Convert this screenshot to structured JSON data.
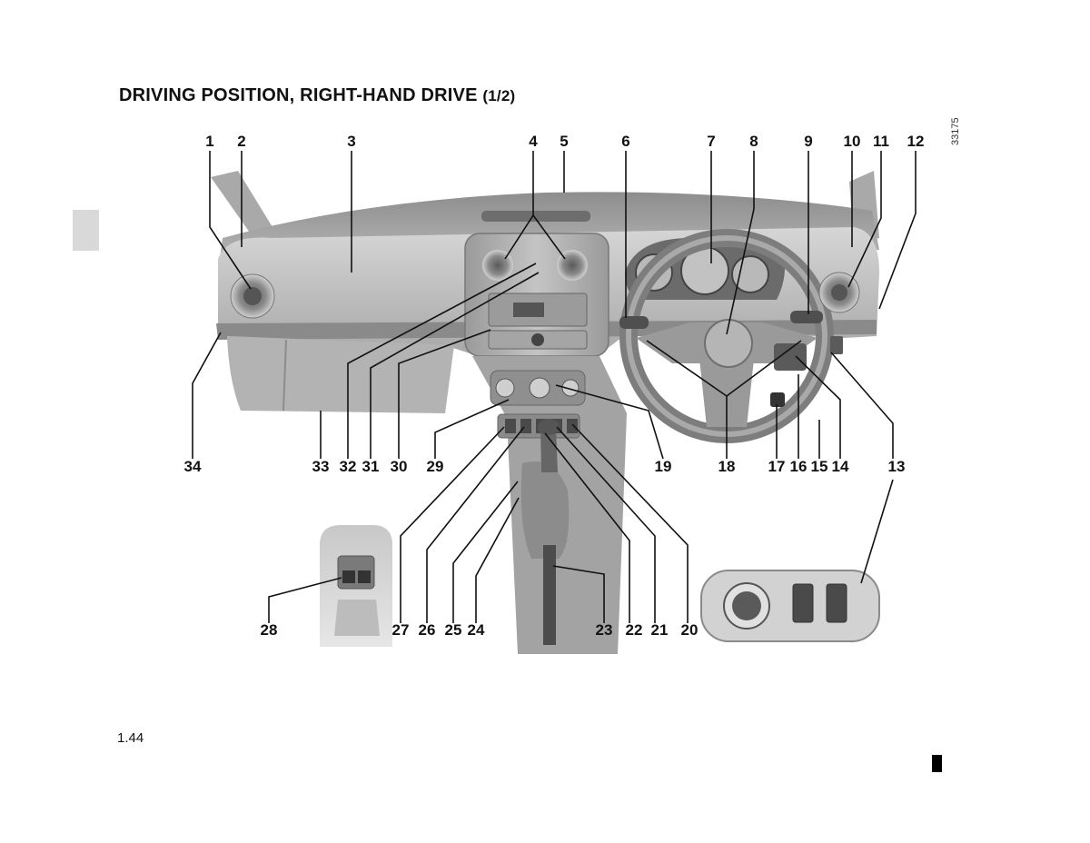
{
  "page": {
    "title": "DRIVING POSITION, RIGHT-HAND DRIVE",
    "title_suffix": "(1/2)",
    "reference_code": "33175",
    "page_number": "1.44"
  },
  "callouts": {
    "top_row": [
      "1",
      "2",
      "3",
      "4",
      "5",
      "6",
      "7",
      "8",
      "9",
      "10",
      "11",
      "12"
    ],
    "middle_row": [
      "34",
      "33",
      "32",
      "31",
      "30",
      "29",
      "19",
      "18",
      "17",
      "16",
      "15",
      "14",
      "13"
    ],
    "bottom_row": [
      "28",
      "27",
      "26",
      "25",
      "24",
      "23",
      "22",
      "21",
      "20"
    ]
  },
  "icons": {
    "dashboard": "dashboard-illustration",
    "window_switch_inset": "window-switch-inset-illustration",
    "mirror_control_inset": "mirror-control-inset-illustration"
  },
  "colors": {
    "ink": "#111111",
    "tab": "#d9d9d9",
    "dash_light": "#c9c9c9",
    "dash_dark": "#8f8f8f"
  }
}
